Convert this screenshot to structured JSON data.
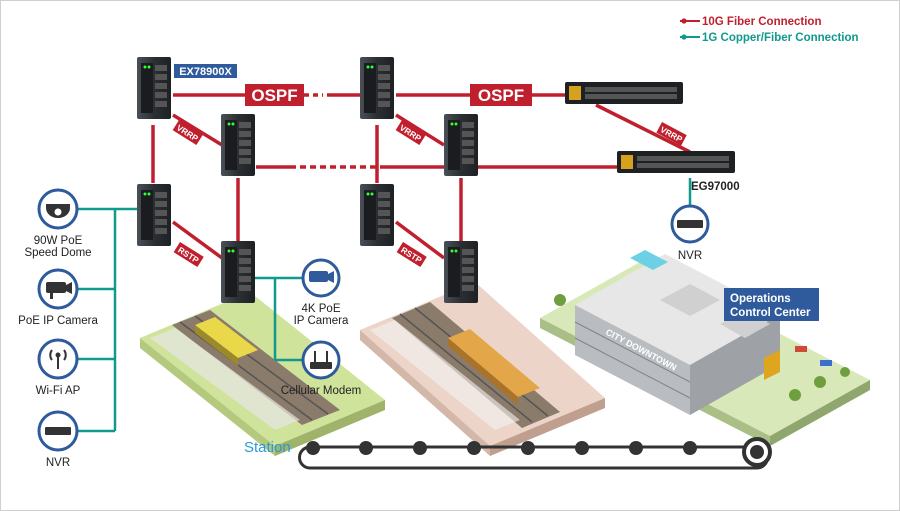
{
  "legend": {
    "fiber_10g": {
      "label": "10G Fiber Connection",
      "color": "#c0202e"
    },
    "copper_1g": {
      "label": "1G Copper/Fiber Connection",
      "color": "#0f9a8c"
    }
  },
  "protocols": {
    "ospf_left": "OSPF",
    "ospf_right": "OSPF",
    "vrrp_left": "VRRP",
    "vrrp_mid": "VRRP",
    "vrrp_right": "VRRP",
    "rstp_left": "RSTP",
    "rstp_mid": "RSTP"
  },
  "devices": {
    "ex_switch": "EX78900X",
    "eg_switch": "EG97000",
    "nvr_top": "NVR",
    "speed_dome": [
      "90W PoE",
      "Speed Dome"
    ],
    "poe_camera": "PoE IP Camera",
    "wifi_ap": "Wi-Fi AP",
    "nvr_bottom": "NVR",
    "camera_4k": [
      "4K PoE",
      "IP Camera"
    ],
    "cellular_modem": "Cellular Modem"
  },
  "places": {
    "occ": [
      "Operations",
      "Control Center"
    ],
    "station": "Station",
    "building_sign": "CITY DOWNTOWN"
  },
  "colors": {
    "red": "#c0202e",
    "teal": "#0f9a8c",
    "station_blue": "#2a9ad6",
    "occ_blue": "#2f5b9c",
    "switch_dark": "#2b2f33"
  }
}
